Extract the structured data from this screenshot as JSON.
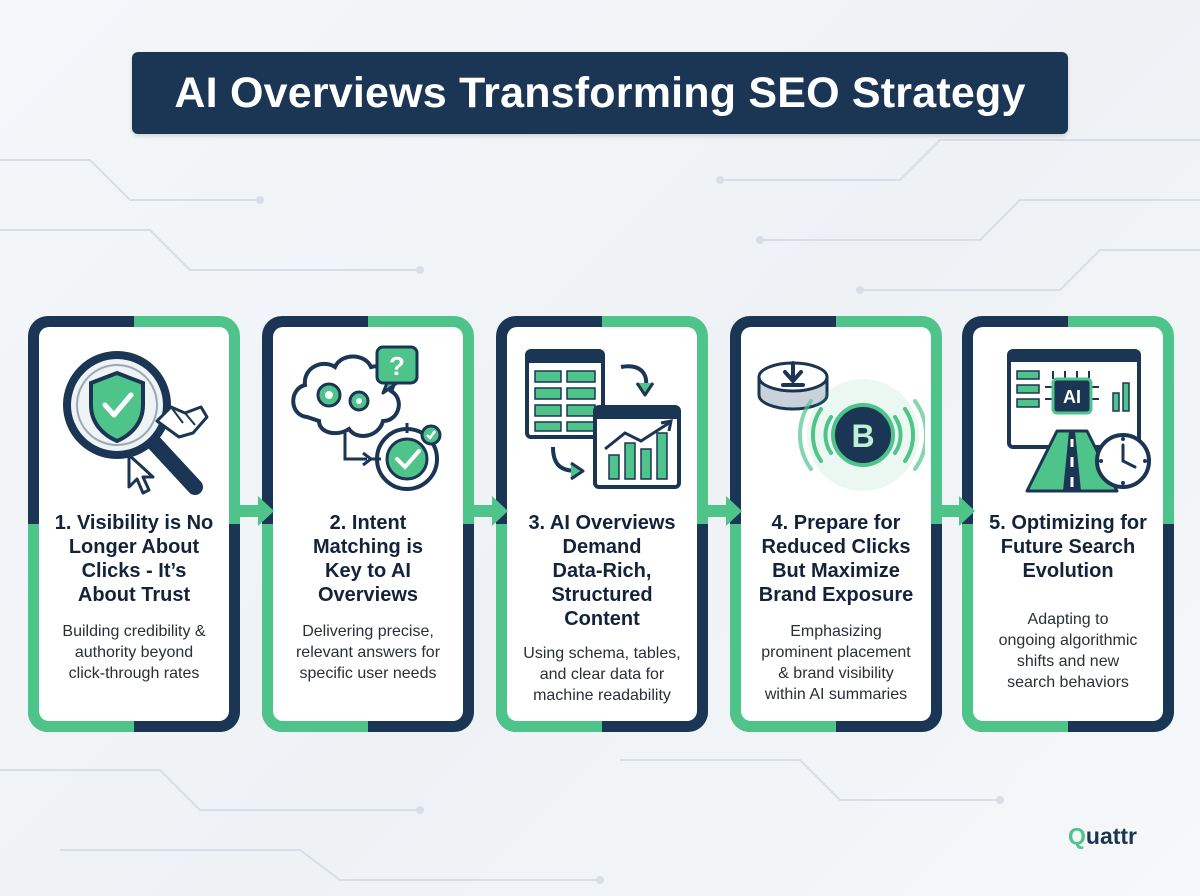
{
  "title": "AI Overviews Transforming SEO Strategy",
  "logo": {
    "q": "Q",
    "rest": "uattr"
  },
  "colors": {
    "navy": "#1b3554",
    "green": "#4fc48a"
  },
  "cards": [
    {
      "title_lines": [
        "1. Visibility is No",
        "Longer About",
        "Clicks - It’s",
        "About Trust"
      ],
      "desc_lines": [
        "Building credibility &",
        "authority beyond",
        "click-through rates"
      ],
      "icon": "magnifier-shield-handshake-icon"
    },
    {
      "title_lines": [
        "2. Intent",
        "Matching is",
        "Key to AI",
        "Overviews"
      ],
      "desc_lines": [
        "Delivering precise,",
        "relevant answers for",
        "specific user needs"
      ],
      "icon": "brain-target-question-icon"
    },
    {
      "title_lines": [
        "3. AI Overviews",
        "Demand",
        "Data-Rich,",
        "Structured",
        "Content"
      ],
      "desc_lines": [
        "Using schema, tables,",
        "and clear data for",
        "machine readability"
      ],
      "icon": "structured-data-chart-icon"
    },
    {
      "title_lines": [
        "4. Prepare for",
        "Reduced Clicks",
        "But Maximize",
        "Brand Exposure"
      ],
      "desc_lines": [
        "Emphasizing",
        "prominent placement",
        "& brand visibility",
        "within AI summaries"
      ],
      "icon": "brand-broadcast-icon"
    },
    {
      "title_lines": [
        "5. Optimizing for",
        "Future Search",
        "Evolution"
      ],
      "desc_lines": [
        "Adapting to",
        "ongoing algorithmic",
        "shifts and new",
        "search behaviors"
      ],
      "icon": "ai-roadmap-clock-icon"
    }
  ]
}
